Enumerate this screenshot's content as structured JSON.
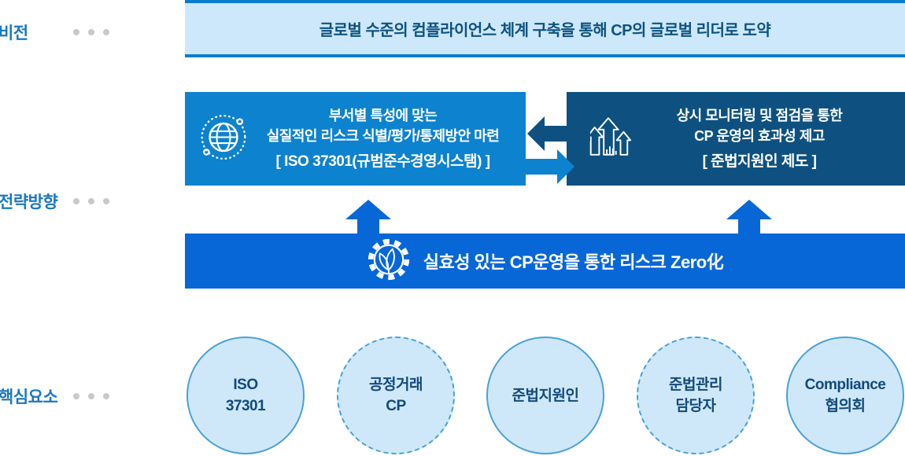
{
  "palette": {
    "label_blue": "#1b78c0",
    "dot_gray": "#c9c9c9",
    "banner_fill": "#cde8fa",
    "banner_border": "#0a7ccd",
    "banner_text": "#0d5180",
    "box_left_blue": "#0d82cf",
    "box_right_navy": "#0e5180",
    "goal_bar_blue": "#0767d7",
    "circle_fill": "#cfe8f9",
    "circle_border": "#4aa0d8",
    "circle_text": "#12497b"
  },
  "side_labels": [
    {
      "label": "비전"
    },
    {
      "label": "전략방향"
    },
    {
      "label": "핵심요소"
    }
  ],
  "vision": {
    "banner_text": "글로벌 수준의 컴플라이언스 체계 구축을 통해 CP의 글로벌 리더로 도약"
  },
  "strategy": {
    "left_box": {
      "icon": "globe-icon",
      "line1": "부서별 특성에 맞는",
      "line2": "실질적인 리스크 식별/평가/통제방안 마련",
      "line3": "[ ISO 37301(규범준수경영시스탬) ]"
    },
    "right_box": {
      "icon": "growth-arrows-icon",
      "line1": "상시 모니터링 및 점검을 통한",
      "line2": "CP 운영의 효과성 제고",
      "line3": "[ 준법지원인 제도 ]"
    },
    "goal_bar": {
      "icon": "gear-leaf-icon",
      "text": "실효성 있는 CP운영을 통한 리스크 Zero化"
    }
  },
  "core_elements": {
    "circles": [
      {
        "lines": [
          "ISO",
          "37301"
        ],
        "border_style": "solid"
      },
      {
        "lines": [
          "공정거래",
          "CP"
        ],
        "border_style": "dashed"
      },
      {
        "lines": [
          "준법지원인"
        ],
        "border_style": "solid"
      },
      {
        "lines": [
          "준법관리",
          "담당자"
        ],
        "border_style": "dashed"
      },
      {
        "lines": [
          "Compliance",
          "협의회"
        ],
        "border_style": "solid"
      }
    ]
  }
}
